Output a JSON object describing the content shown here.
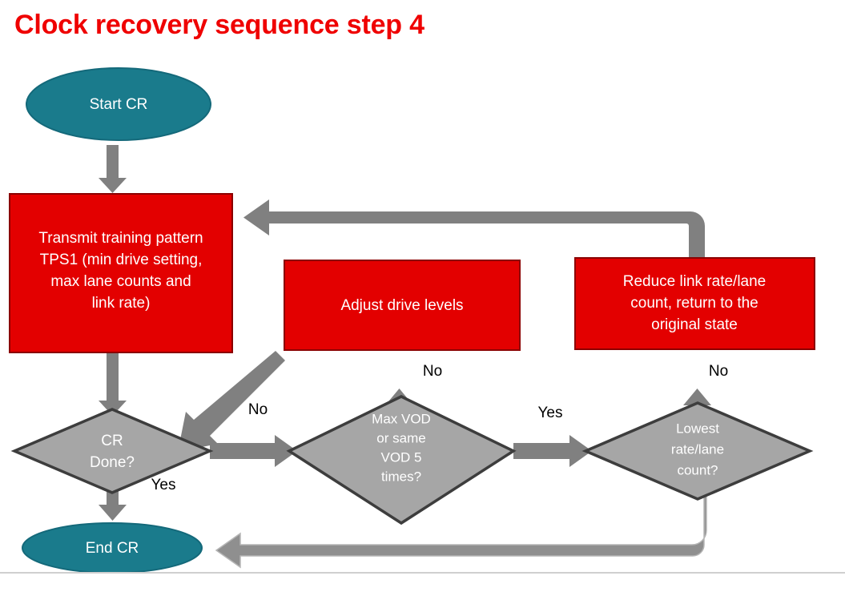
{
  "slide": {
    "title": "Clock recovery sequence step 4",
    "title_color": "#ef0000",
    "background_color": "#ffffff"
  },
  "palette": {
    "terminator_fill": "#1a7b8c",
    "process_fill": "#e30000",
    "decision_fill": "#a6a6a6",
    "decision_stroke": "#3d3d3d",
    "arrow_fill": "#808080",
    "text_on_shape": "#ffffff",
    "edge_label": "#000000",
    "divider": "#cfcfcf"
  },
  "nodes": {
    "start": {
      "label": "Start CR",
      "shape": "ellipse"
    },
    "transmit": {
      "shape": "process",
      "lines": [
        "Transmit training pattern",
        "TPS1 (min drive setting,",
        "max lane counts and",
        "link rate)"
      ]
    },
    "adjust": {
      "shape": "process",
      "lines": [
        "Adjust drive levels"
      ]
    },
    "reduce": {
      "shape": "process",
      "lines": [
        "Reduce link rate/lane",
        "count, return to the",
        "original state"
      ]
    },
    "cr_done": {
      "shape": "decision",
      "lines": [
        "CR",
        "Done?"
      ]
    },
    "max_vod": {
      "shape": "decision",
      "lines": [
        "Max VOD",
        "or same",
        "VOD 5",
        "times?"
      ]
    },
    "lowest_rate": {
      "shape": "decision",
      "lines": [
        "Lowest",
        "rate/lane",
        "count?"
      ]
    },
    "end": {
      "label": "End CR",
      "shape": "ellipse"
    }
  },
  "edge_labels": {
    "cr_done_no": "No",
    "cr_done_yes": "Yes",
    "max_vod_no": "No",
    "max_vod_yes": "Yes",
    "lowest_no": "No"
  },
  "icons": {
    "arrow_down": "arrow-down-icon",
    "arrow_right": "arrow-right-icon",
    "arrow_up": "arrow-up-icon",
    "arrow_left": "arrow-left-icon",
    "arrow_diagonal": "arrow-diagonal-down-left-icon",
    "arrow_elbow_top": "arrow-elbow-return-top-icon",
    "arrow_elbow_bottom": "arrow-elbow-return-bottom-icon"
  }
}
